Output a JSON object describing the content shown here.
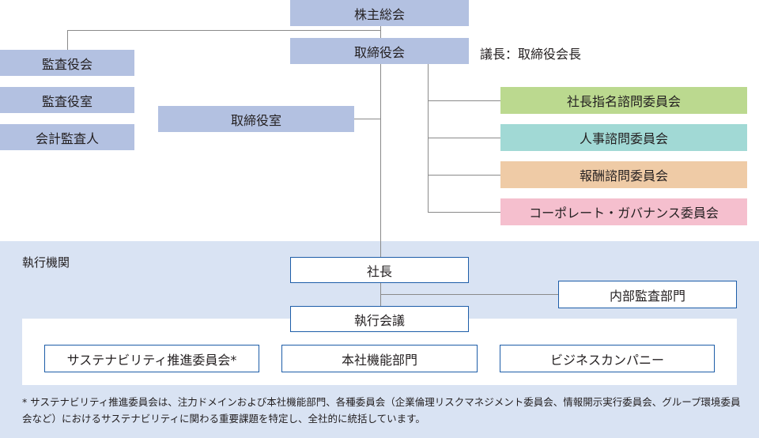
{
  "governance": {
    "shareholders": "株主総会",
    "board": "取締役会",
    "chair_note": "議長：取締役会長",
    "auditors": "監査役会",
    "audit_office": "監査役室",
    "accounting_auditor": "会計監査人",
    "board_office": "取締役室"
  },
  "committees": [
    {
      "label": "社長指名諮問委員会",
      "color": "#bbd98f"
    },
    {
      "label": "人事諮問委員会",
      "color": "#a1d9d5"
    },
    {
      "label": "報酬諮問委員会",
      "color": "#efcba6"
    },
    {
      "label": "コーポレート・ガバナンス委員会",
      "color": "#f5bfce"
    }
  ],
  "execution": {
    "title": "執行機関",
    "president": "社長",
    "internal_audit": "内部監査部門",
    "exec_meeting": "執行会議",
    "units": [
      "サステナビリティ推進委員会*",
      "本社機能部門",
      "ビジネスカンパニー"
    ]
  },
  "footnote": "* サステナビリティ推進委員会は、注力ドメインおよび本社機能部門、各種委員会（企業倫理リスクマネジメント委員会、情報開示実行委員会、グループ環境委員会など）におけるサステナビリティに関わる重要課題を特定し、全社的に統括しています。",
  "colors": {
    "governance_box": "#b3c1e1",
    "execution_bg": "#d9e3f3",
    "outline": "#1d5da8"
  }
}
